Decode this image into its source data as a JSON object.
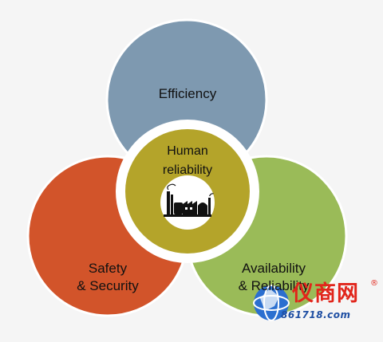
{
  "diagram": {
    "circles": {
      "top": {
        "label": "Efficiency",
        "color": "#7e99b0"
      },
      "left": {
        "label_line1": "Safety",
        "label_line2": "& Security",
        "color": "#d2542a"
      },
      "right": {
        "label_line1": "Availability",
        "label_line2": "& Reliability",
        "color": "#9abb58"
      }
    },
    "center": {
      "label_line1": "Human",
      "label_line2": "reliability",
      "ring_color": "#b4a42a",
      "icon": "factory-icon"
    }
  },
  "watermark": {
    "name": "仪商网",
    "registered": "®",
    "url": "861718.com",
    "logo_icon": "globe-logo-icon",
    "colors": {
      "name": "#e1251b",
      "url": "#1f4fa3"
    }
  }
}
